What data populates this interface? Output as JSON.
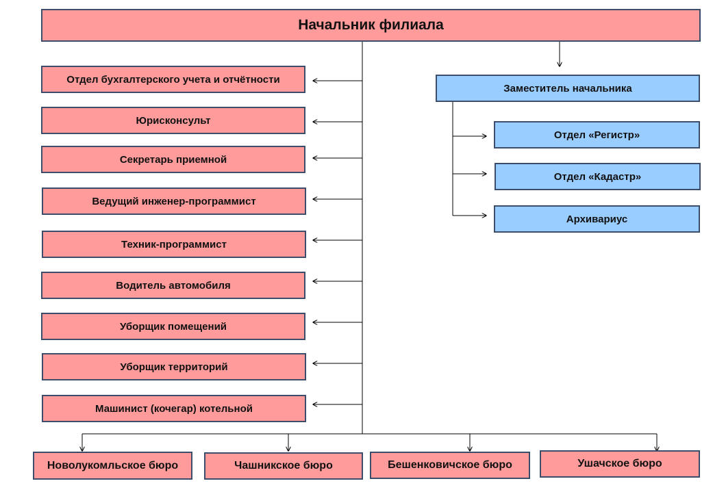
{
  "head": "Начальник филиала",
  "left_units": [
    "Отдел бухгалтерского учета и отчётности",
    "Юрисконсульт",
    "Секретарь приемной",
    "Ведущий инженер-программист",
    "Техник-программист",
    "Водитель автомобиля",
    "Уборщик помещений",
    "Уборщик территорий",
    "Машинист (кочегар) котельной"
  ],
  "deputy": {
    "title": "Заместитель начальника",
    "units": [
      "Отдел «Регистр»",
      "Отдел «Кадастр»",
      "Архивариус"
    ]
  },
  "bureaus": [
    "Новолукомльское бюро",
    "Чашникское бюро",
    "Бешенковичское бюро",
    "Ушачское бюро"
  ],
  "colors": {
    "head_fill": "#ff9b9b",
    "staff_fill": "#ff9b9b",
    "deputy_fill": "#99ccff",
    "border": "#3c4d6b",
    "line": "#000000"
  }
}
